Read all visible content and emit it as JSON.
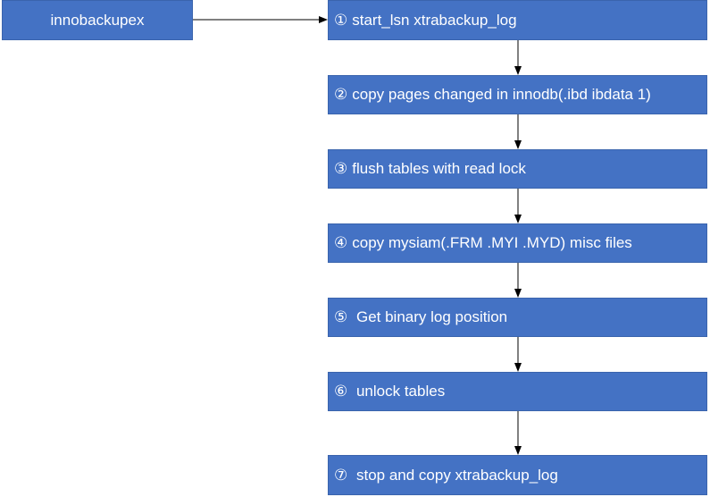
{
  "source": {
    "label": "innobackupex"
  },
  "steps": [
    {
      "num": "①",
      "label": "start_lsn xtrabackup_log"
    },
    {
      "num": "②",
      "label": "copy pages changed in innodb(.ibd ibdata 1)"
    },
    {
      "num": "③",
      "label": "flush tables with read lock"
    },
    {
      "num": "④",
      "label": "copy mysiam(.FRM .MYI .MYD) misc files"
    },
    {
      "num": "⑤",
      "label": " Get binary log position"
    },
    {
      "num": "⑥",
      "label": " unlock tables"
    },
    {
      "num": "⑦",
      "label": " stop and copy xtrabackup_log"
    }
  ],
  "colors": {
    "box_fill": "#4472c4",
    "box_text": "#ffffff",
    "arrow": "#000000"
  }
}
